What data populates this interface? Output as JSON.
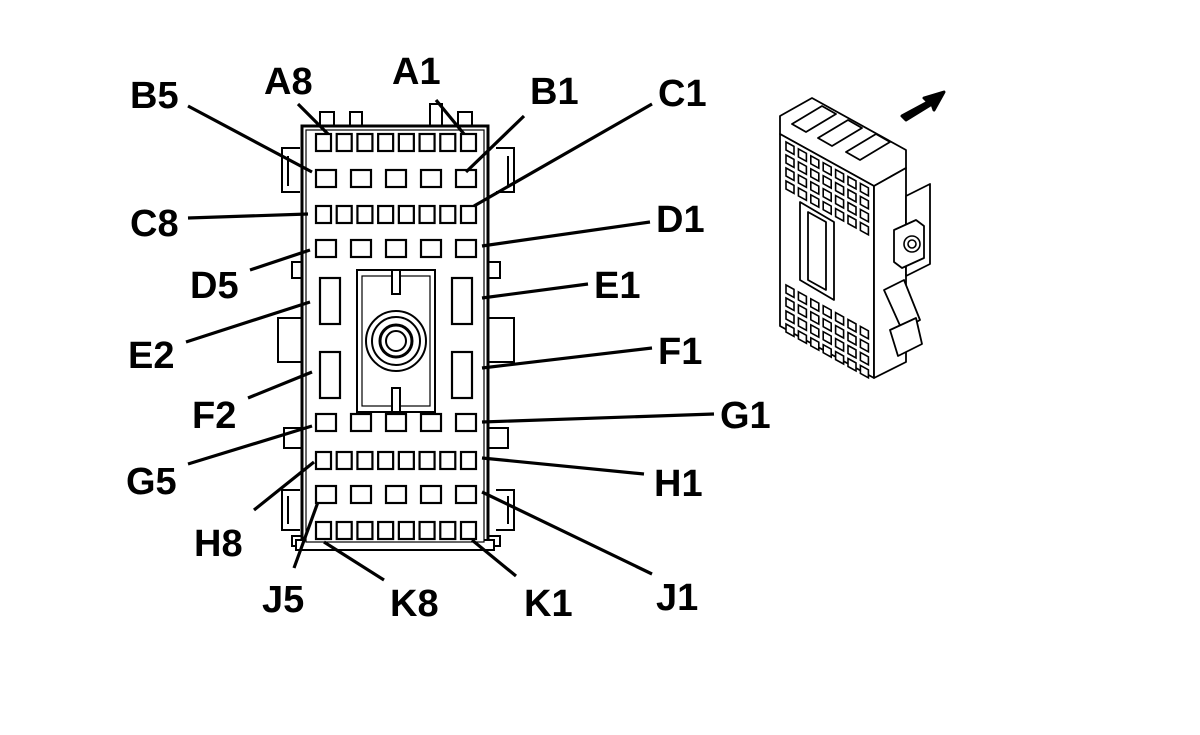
{
  "diagram": {
    "pin_labels": {
      "A1": "A1",
      "A8": "A8",
      "B1": "B1",
      "B5": "B5",
      "C1": "C1",
      "C8": "C8",
      "D1": "D1",
      "D5": "D5",
      "E1": "E1",
      "E2": "E2",
      "F1": "F1",
      "F2": "F2",
      "G1": "G1",
      "G5": "G5",
      "H1": "H1",
      "H8": "H8",
      "J1": "J1",
      "J5": "J5",
      "K1": "K1",
      "K8": "K8"
    },
    "connector": {
      "rows": [
        {
          "row": "A",
          "cavities": 8
        },
        {
          "row": "B",
          "cavities": 5
        },
        {
          "row": "C",
          "cavities": 8
        },
        {
          "row": "D",
          "cavities": 5
        },
        {
          "row": "E",
          "cavities": 2
        },
        {
          "row": "F",
          "cavities": 2
        },
        {
          "row": "G",
          "cavities": 5
        },
        {
          "row": "H",
          "cavities": 8
        },
        {
          "row": "J",
          "cavities": 5
        },
        {
          "row": "K",
          "cavities": 8
        }
      ]
    },
    "icons": {
      "isometric_view": "connector-isometric-icon",
      "direction": "arrow-icon"
    }
  }
}
